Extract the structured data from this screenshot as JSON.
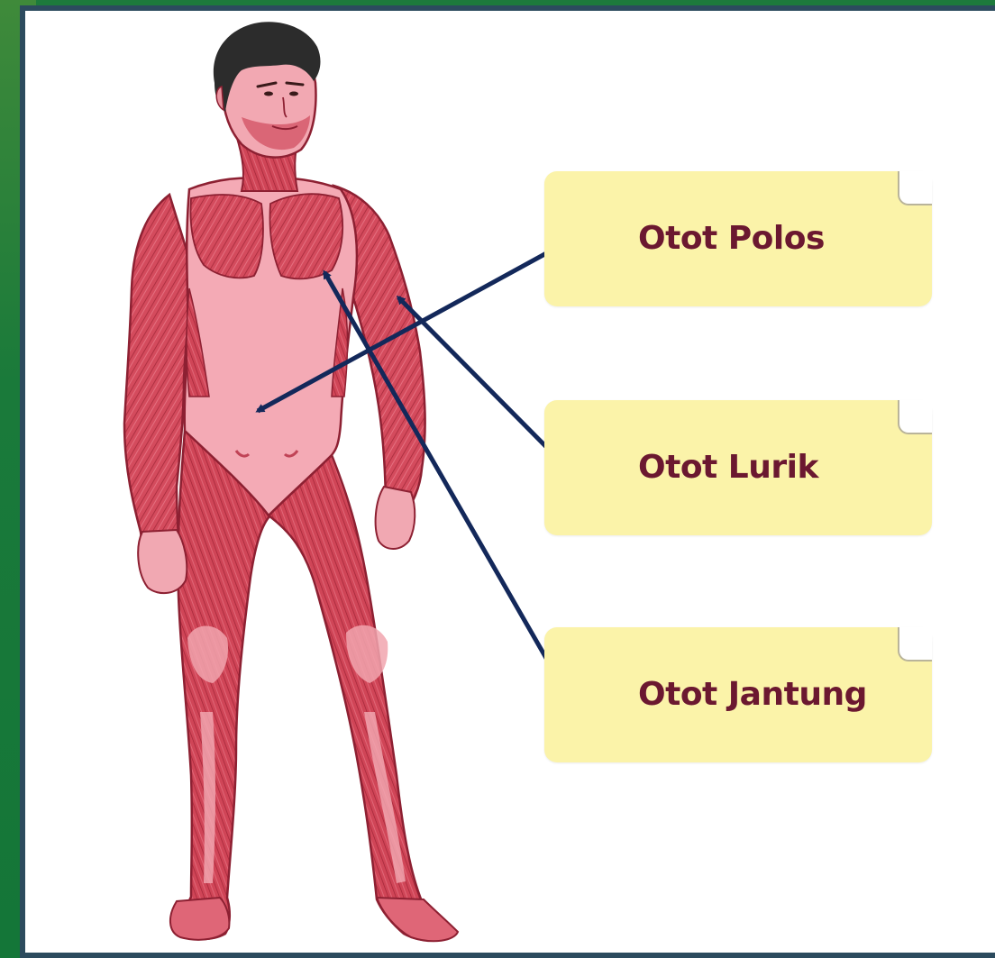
{
  "labels": {
    "otot_polos": "Otot Polos",
    "otot_lurik": "Otot Lurik",
    "otot_jantung": "Otot Jantung"
  },
  "colors": {
    "frame_border": "#2c4b5e",
    "label_background": "#fbf3a9",
    "label_text": "#6b1830",
    "arrow": "#13285a",
    "muscle": "#d2495a",
    "muscle_dark": "#a92a3c",
    "skin_light": "#f6b3bd",
    "hair": "#2c2c2c"
  },
  "icons": [
    "human-muscular-figure",
    "arrow"
  ]
}
